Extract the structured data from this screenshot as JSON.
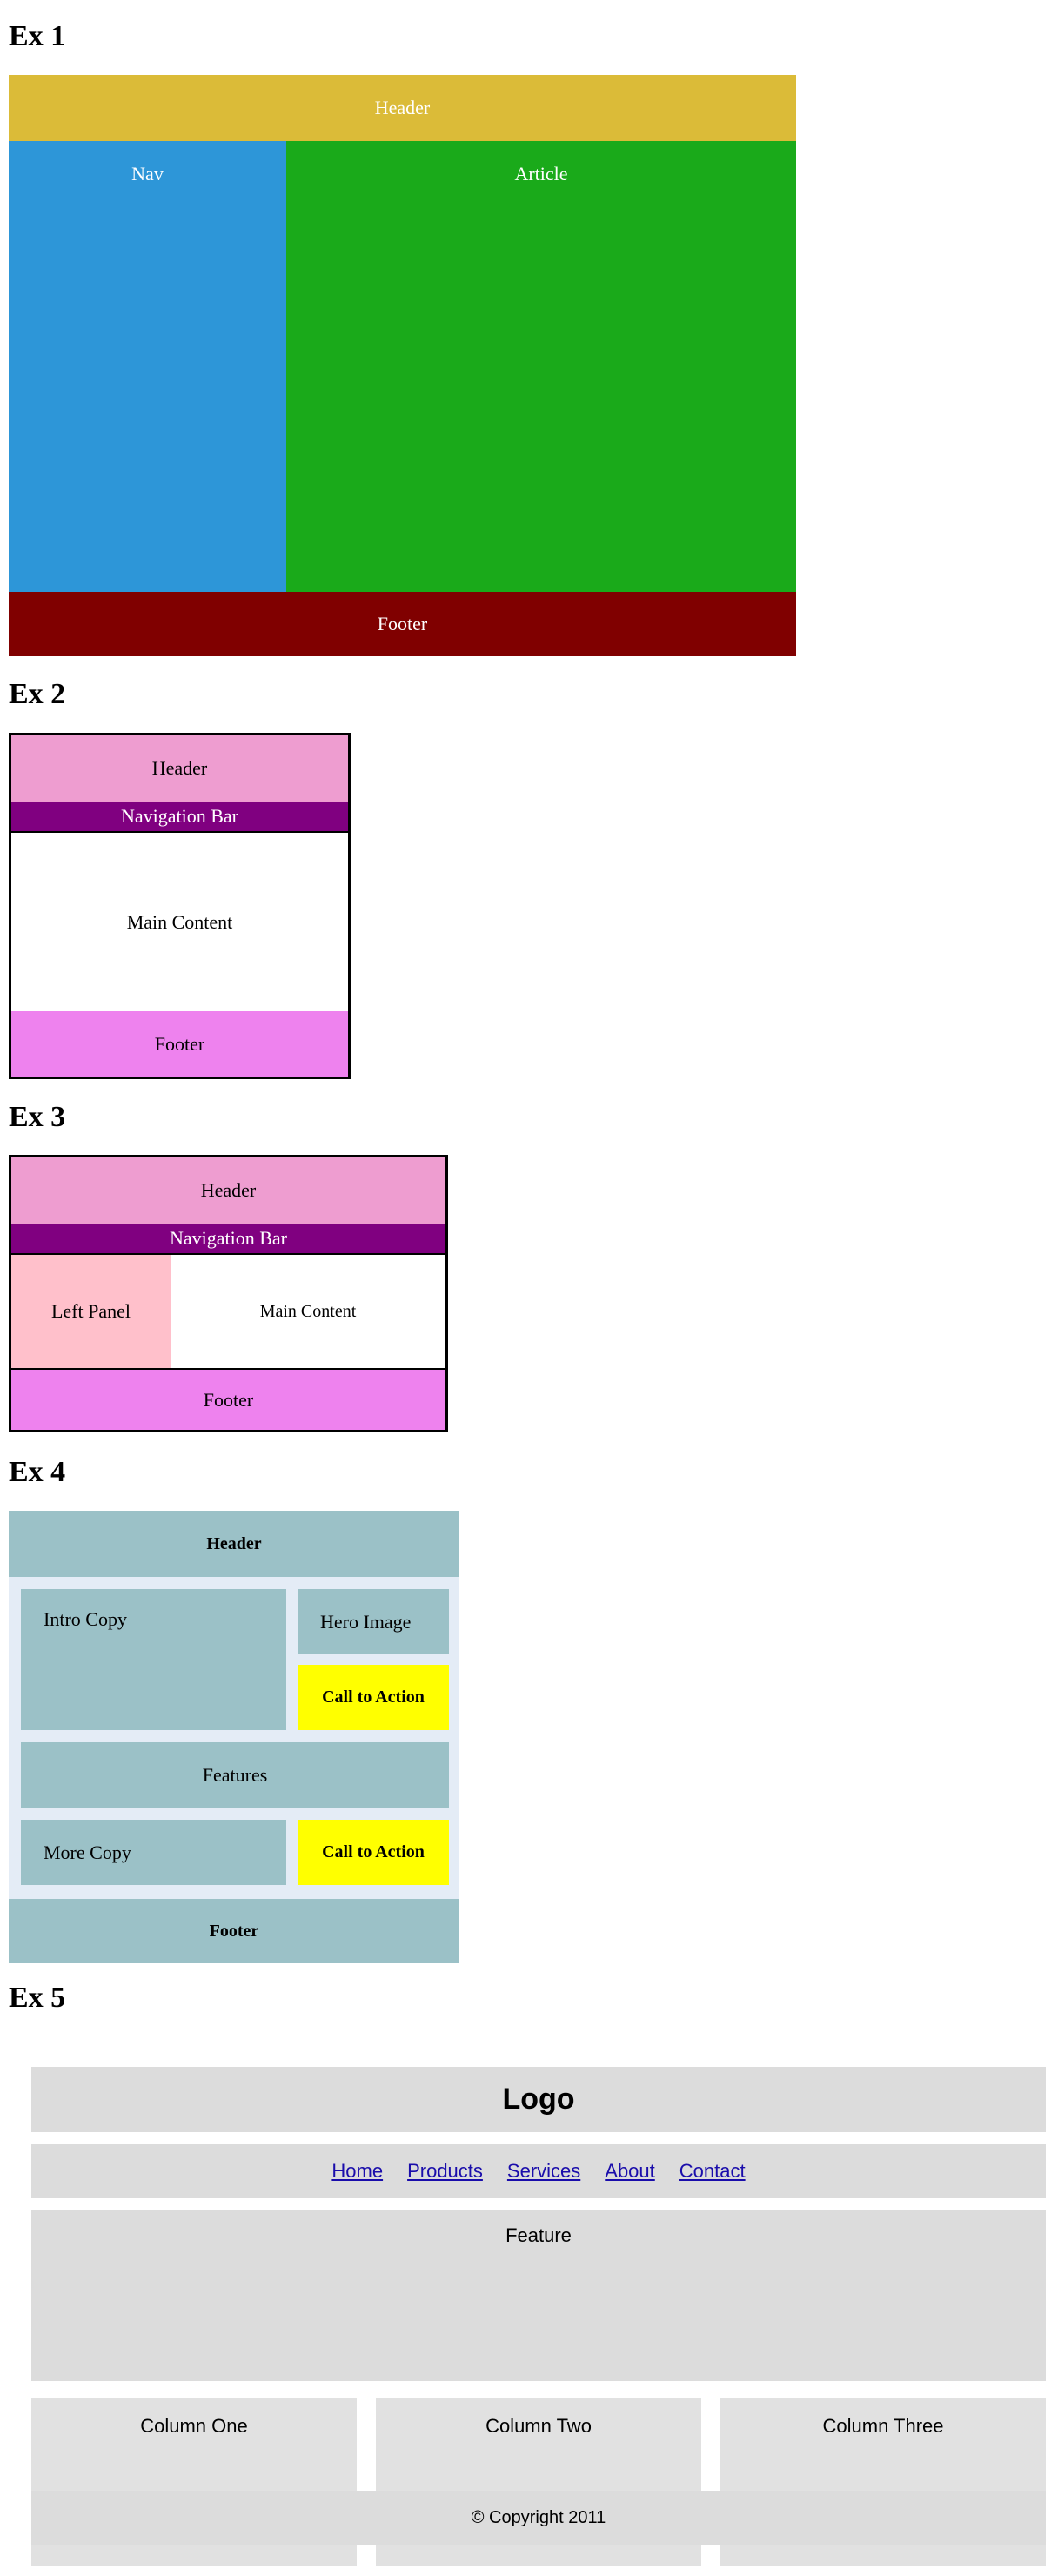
{
  "ex1": {
    "title": "Ex 1",
    "header": "Header",
    "nav": "Nav",
    "article": "Article",
    "footer": "Footer"
  },
  "ex2": {
    "title": "Ex 2",
    "header": "Header",
    "nav": "Navigation Bar",
    "main": "Main Content",
    "footer": "Footer"
  },
  "ex3": {
    "title": "Ex 3",
    "header": "Header",
    "nav": "Navigation Bar",
    "left_panel": "Left Panel",
    "main": "Main Content",
    "footer": "Footer"
  },
  "ex4": {
    "title": "Ex 4",
    "header": "Header",
    "intro": "Intro Copy",
    "hero": "Hero Image",
    "cta": "Call to Action",
    "features": "Features",
    "more": "More Copy",
    "footer": "Footer"
  },
  "ex5": {
    "title": "Ex 5",
    "logo": "Logo",
    "nav_links": [
      "Home",
      "Products",
      "Services",
      "About",
      "Contact"
    ],
    "feature": "Feature",
    "columns": [
      "Column One",
      "Column Two",
      "Column Three"
    ],
    "copyright": "© Copyright 2011"
  }
}
